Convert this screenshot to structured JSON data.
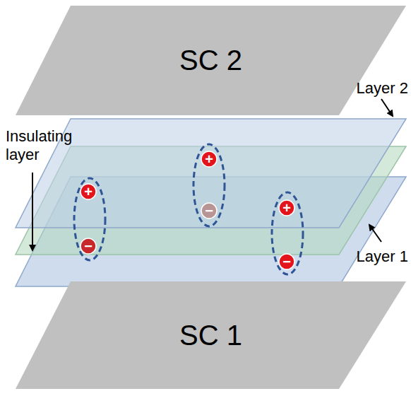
{
  "diagram": {
    "nodes": [
      {
        "text": [
          "SC 2"
        ]
      },
      {
        "text": [
          "+"
        ]
      },
      {
        "text": [
          "+"
        ]
      },
      {
        "text": [
          "−"
        ]
      },
      {
        "text": [
          "−"
        ]
      },
      {
        "text": [
          "+"
        ]
      },
      {
        "text": [
          "−"
        ]
      },
      {
        "text": [
          "SC 1"
        ]
      }
    ],
    "labels": [
      "Layer 2",
      "Insulating layer",
      "Layer 1"
    ]
  }
}
